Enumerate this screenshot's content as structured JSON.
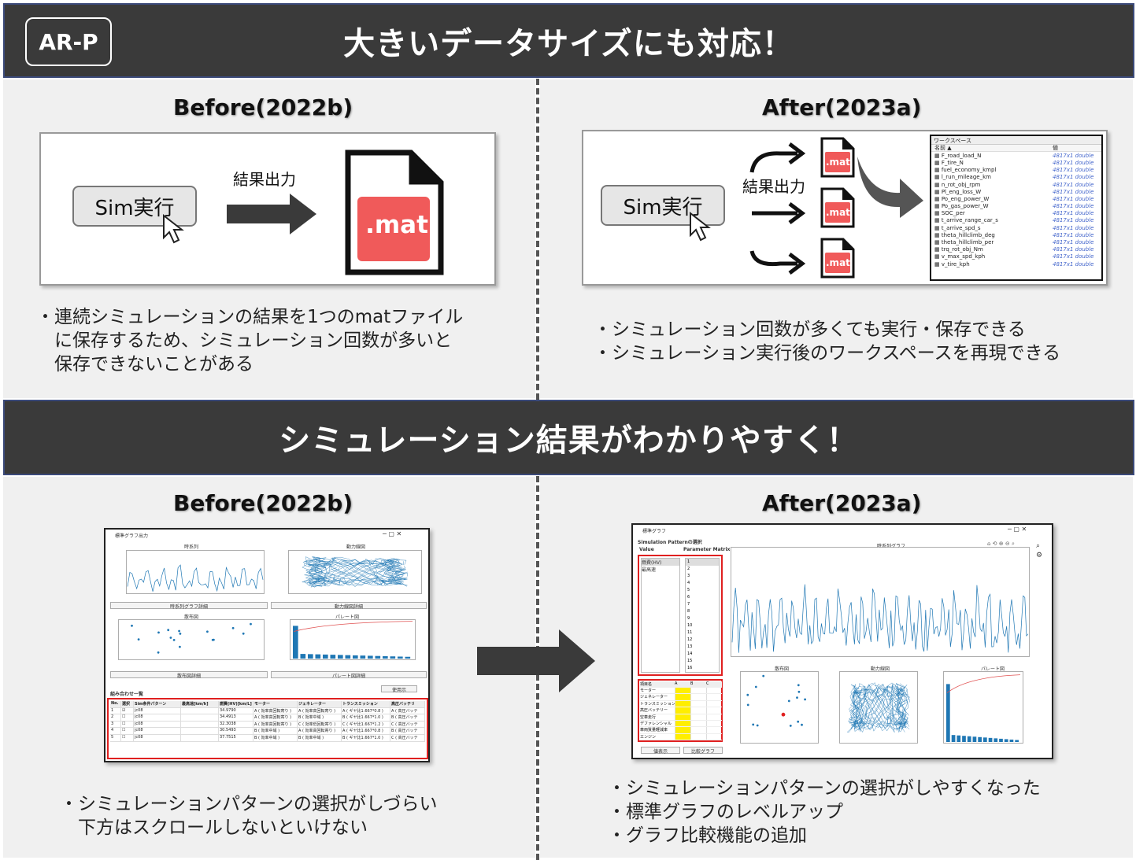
{
  "badge": "AR-P",
  "banner_top": "大きいデータサイズにも対応！",
  "banner_mid": "シミュレーション結果がわかりやすく！",
  "top_left": {
    "heading": "Before(2022b)",
    "sim_button": "Sim実行",
    "arrow_label": "結果出力",
    "mat_label": ".mat",
    "bullets": [
      "・連続シミュレーションの結果を1つのmatファイル",
      "　に保存するため、シミュレーション回数が多いと",
      "　保存できないことがある"
    ]
  },
  "top_right": {
    "heading": "After(2023a)",
    "sim_button": "Sim実行",
    "arrow_label": "結果出力",
    "mat_label": ".mat",
    "workspace": {
      "title": "ワークスペース",
      "col_name": "名前 ▲",
      "col_value": "値",
      "vars": [
        "F_road_load_N",
        "F_tire_N",
        "fuel_economy_kmpl",
        "l_run_mileage_km",
        "n_rot_obj_rpm",
        "Pl_eng_loss_W",
        "Po_eng_power_W",
        "Po_gas_power_W",
        "SOC_per",
        "t_arrive_range_car_s",
        "t_arrive_spd_s",
        "theta_hillclimb_deg",
        "theta_hillclimb_per",
        "trq_rot_obj_Nm",
        "v_max_spd_kph",
        "v_tire_kph"
      ],
      "value": "4817x1 double"
    },
    "bullets": [
      "・シミュレーション回数が多くても実行・保存できる",
      "・シミュレーション実行後のワークスペースを再現できる"
    ]
  },
  "bottom_left": {
    "heading": "Before(2022b)",
    "window_title": "標準グラフ出力",
    "plot1_title": "時系列",
    "plot2_title": "動力線図",
    "plot3_title": "散布図",
    "plot4_title": "パレート図",
    "btn1": "時系列グラフ詳細",
    "btn2": "動力線図詳細",
    "btn3": "散布図詳細",
    "btn4": "パレート図詳細",
    "table_title": "組み合わせ一覧",
    "reload": "使用示",
    "table_headers": [
      "No.",
      "選択",
      "Sim条件パターン",
      "最高速[km/h]",
      "燃費(HV)[km/L]",
      "モーター",
      "ジェネレーター",
      "トランスミッション",
      "高圧バッテリ"
    ],
    "table_rows": [
      [
        "1",
        "☑",
        "jc08",
        "",
        "34.9790",
        "A ( 効率高回転寄り )",
        "A ( 効率高回転寄り )",
        "A ( ギヤ比1.667*0.8 )",
        "A ( 高圧バッテ"
      ],
      [
        "2",
        "☐",
        "jc08",
        "",
        "34.4913",
        "A ( 効率高回転寄り )",
        "B ( 効率中域 )",
        "B ( ギヤ比1.667*1.0 )",
        "B ( 高圧バッテ"
      ],
      [
        "3",
        "☐",
        "jc08",
        "",
        "32.3038",
        "A ( 効率高回転寄り )",
        "C ( 効率低回転寄り )",
        "C ( ギヤ比1.667*1.2 )",
        "C ( 高圧バッテ"
      ],
      [
        "4",
        "☐",
        "jc08",
        "",
        "30.5493",
        "B ( 効率中域 )",
        "A ( 効率高回転寄り )",
        "A ( ギヤ比1.667*0.8 )",
        "B ( 高圧バッテ"
      ],
      [
        "5",
        "☐",
        "jc08",
        "",
        "37.7515",
        "B ( 効率中域 )",
        "B ( 効率中域 )",
        "B ( ギヤ比1.667*1.0 )",
        "C ( 高圧バッテ"
      ]
    ],
    "bullets": [
      "・シミュレーションパターンの選択がしづらい",
      "　下方はスクロールしないといけない"
    ]
  },
  "bottom_right": {
    "heading": "After(2023a)",
    "window_title": "標準グラフ",
    "pattern_title": "Simulation Patternの選択",
    "col_value": "Value",
    "col_param": "Parameter Matrix",
    "list_items": [
      "燃費(HV)",
      "最高速"
    ],
    "param_items": [
      "1",
      "2",
      "3",
      "4",
      "5",
      "6",
      "7",
      "8",
      "9",
      "10",
      "11",
      "12",
      "13",
      "14",
      "15",
      "16"
    ],
    "plot_title": "時系列グラフ",
    "scatter_title": "散布図",
    "power_title": "動力線図",
    "pareto_title": "パレート図",
    "mat_headers": [
      "項目名",
      "A",
      "B",
      "C"
    ],
    "mat_rows": [
      "モーター",
      "ジェネレーター",
      "トランスミッション",
      "高圧バッテリー",
      "空車走行",
      "デファレンシャル",
      "車両質量軽減率",
      "エンジン"
    ],
    "btn1": "値表示",
    "btn2": "比較グラフ",
    "bullets": [
      "・シミュレーションパターンの選択がしやすくなった",
      "・標準グラフのレベルアップ",
      "・グラフ比較機能の追加"
    ]
  },
  "colors": {
    "banner": "#3a3a3a",
    "mat_red": "#f05a5a",
    "highlight_red": "#e02020",
    "plot_blue": "#1f77b4",
    "cell_yellow": "#ffee00"
  }
}
